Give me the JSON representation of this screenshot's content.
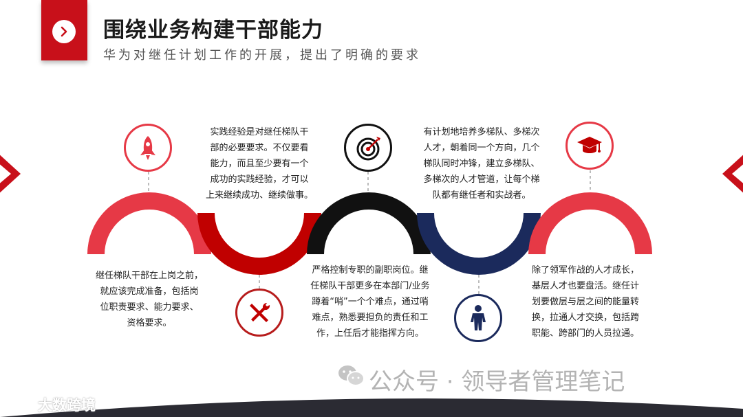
{
  "header": {
    "title": "围绕业务构建干部能力",
    "subtitle": "华为对继任计划工作的开展，提出了明确的要求"
  },
  "colors": {
    "red": "#e63946",
    "dark_red": "#c00000",
    "black": "#111111",
    "navy": "#1b2a5c"
  },
  "steps": [
    {
      "icon": "rocket-icon",
      "text": [
        "继任梯队干部在上岗之前，",
        "就应该完成准备，包括岗",
        "位职责要求、能力要求、",
        "资格要求。"
      ]
    },
    {
      "icon": "tools-icon",
      "text": [
        "实践经验是对继任梯队干",
        "部的必要要求。不仅要看",
        "能力，而且至少要有一个",
        "成功的实践经验，才可以",
        "上来继续成功、继续做事。"
      ]
    },
    {
      "icon": "target-icon",
      "text": [
        "严格控制专职的副职岗位。继",
        "任梯队干部更多在本部门/业务",
        "蹲着“哨”一个个难点，通过哨",
        "难点，熟悉要担负的责任和工",
        "作，上任后才能指挥方向。"
      ]
    },
    {
      "icon": "person-icon",
      "text": [
        "有计划地培养多梯队、多梯次",
        "人才，朝着同一个方向，几个",
        "梯队同时冲锋，建立多梯队、",
        "多梯次的人才管道，让每个梯",
        "队都有继任者和实战者。"
      ]
    },
    {
      "icon": "graduation-cap-icon",
      "text": [
        "除了领军作战的人才成长，",
        "基层人才也要盘活。继任计",
        "划要做层与层之间的能量转",
        "换，拉通人才交换，包括跨",
        "职能、跨部门的人员拉通。"
      ]
    }
  ],
  "watermark": {
    "text": "公众号 · 领导者管理笔记"
  },
  "logo": {
    "text": "大数跨境"
  }
}
